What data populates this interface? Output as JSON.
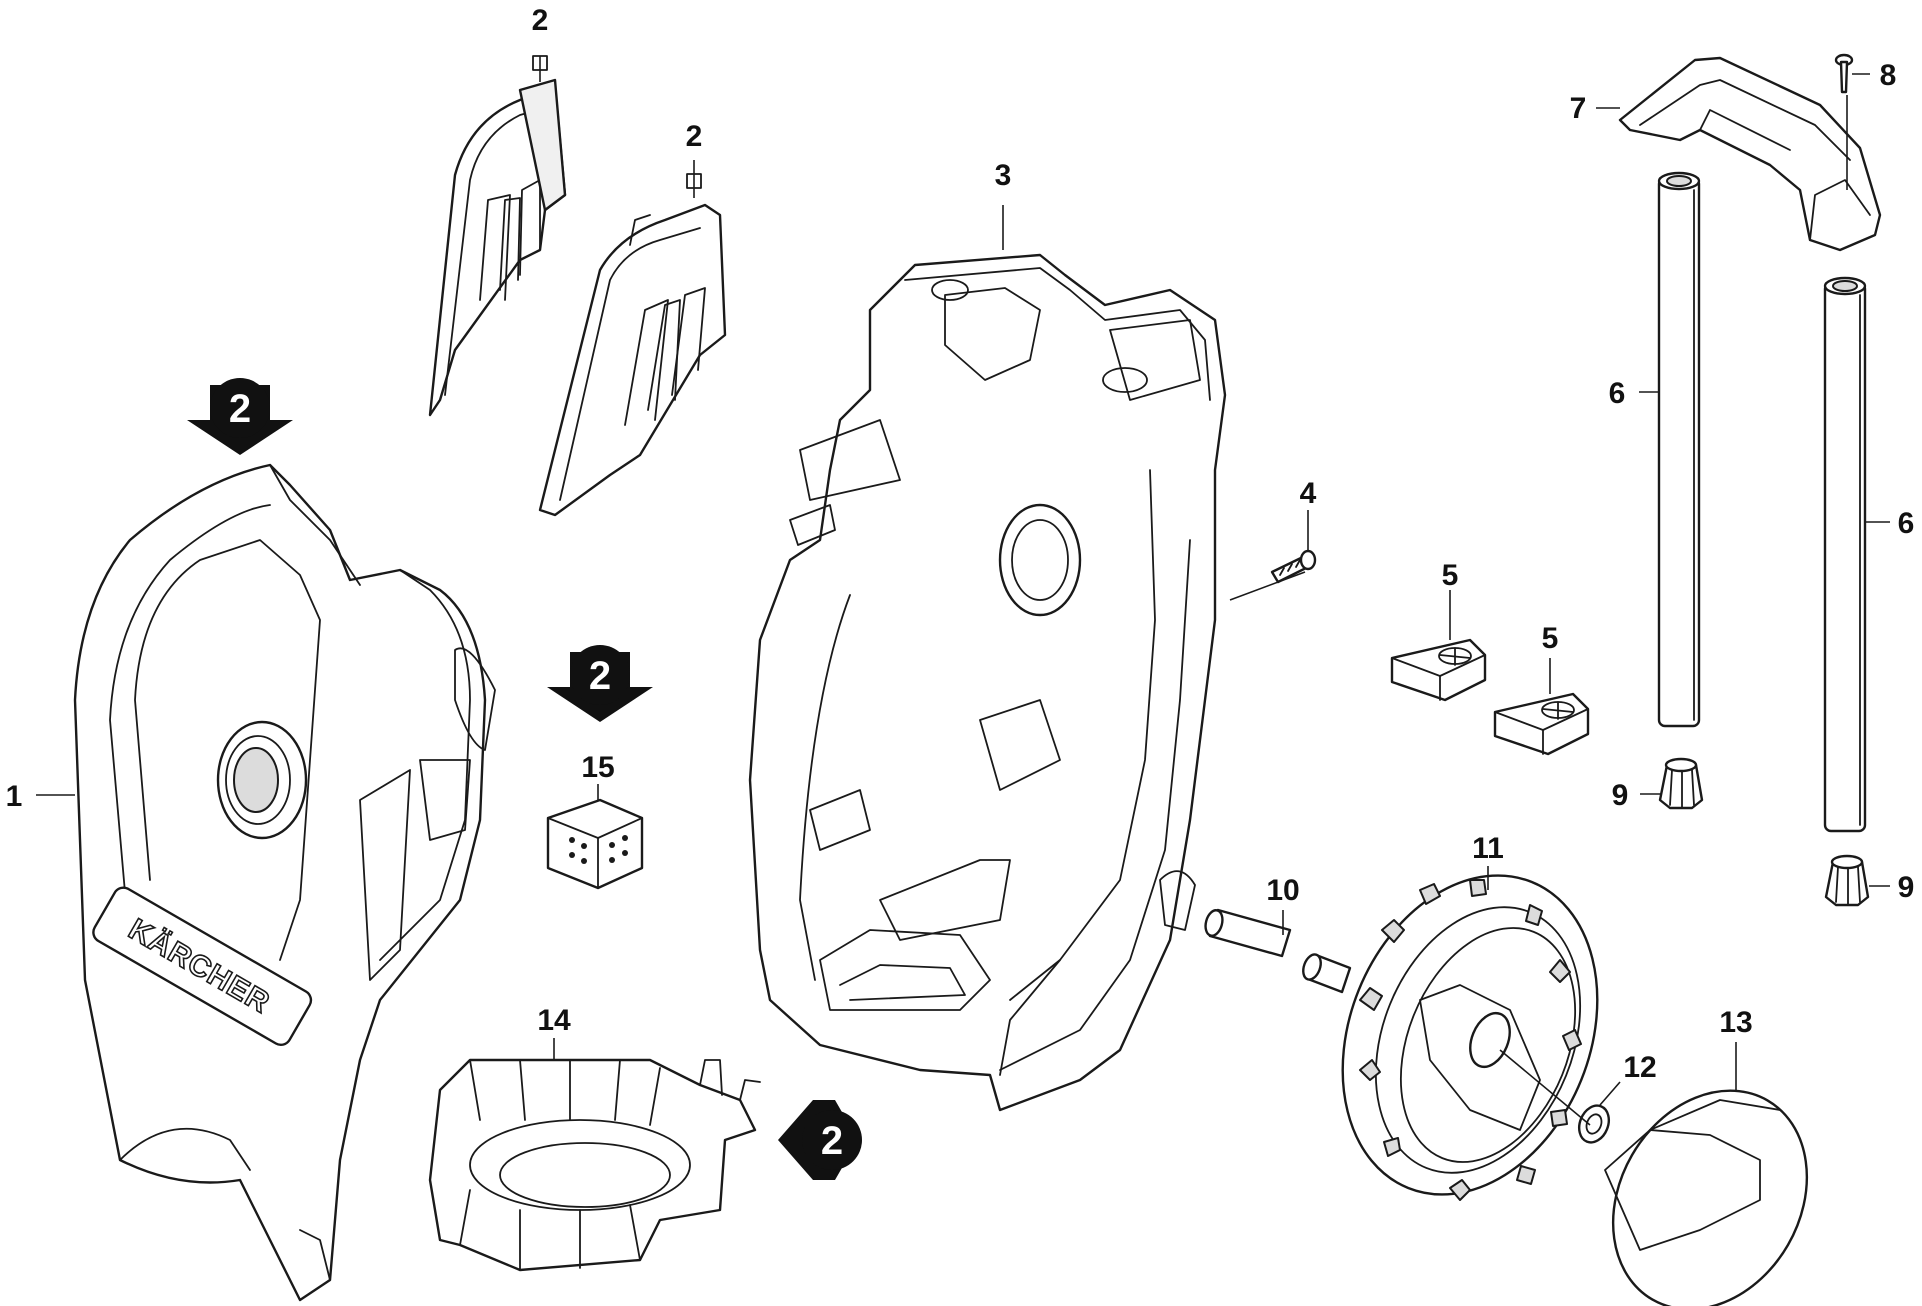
{
  "diagram": {
    "brand_label": "KÄRCHER",
    "colors": {
      "line": "#1a1a1a",
      "marker_fill": "#111111",
      "marker_text": "#ffffff",
      "background": "#ffffff"
    },
    "callouts": [
      {
        "id": "c1",
        "text": "1"
      },
      {
        "id": "c2a",
        "text": "2"
      },
      {
        "id": "c2b",
        "text": "2"
      },
      {
        "id": "c3",
        "text": "3"
      },
      {
        "id": "c4",
        "text": "4"
      },
      {
        "id": "c5a",
        "text": "5"
      },
      {
        "id": "c5b",
        "text": "5"
      },
      {
        "id": "c6a",
        "text": "6"
      },
      {
        "id": "c6b",
        "text": "6"
      },
      {
        "id": "c7",
        "text": "7"
      },
      {
        "id": "c8",
        "text": "8"
      },
      {
        "id": "c9a",
        "text": "9"
      },
      {
        "id": "c9b",
        "text": "9"
      },
      {
        "id": "c10",
        "text": "10"
      },
      {
        "id": "c11",
        "text": "11"
      },
      {
        "id": "c12",
        "text": "12"
      },
      {
        "id": "c13",
        "text": "13"
      },
      {
        "id": "c14",
        "text": "14"
      },
      {
        "id": "c15",
        "text": "15"
      }
    ],
    "view_markers": [
      {
        "id": "m1",
        "text": "2",
        "direction": "down"
      },
      {
        "id": "m2",
        "text": "2",
        "direction": "down"
      },
      {
        "id": "m3",
        "text": "2",
        "direction": "left"
      }
    ]
  }
}
